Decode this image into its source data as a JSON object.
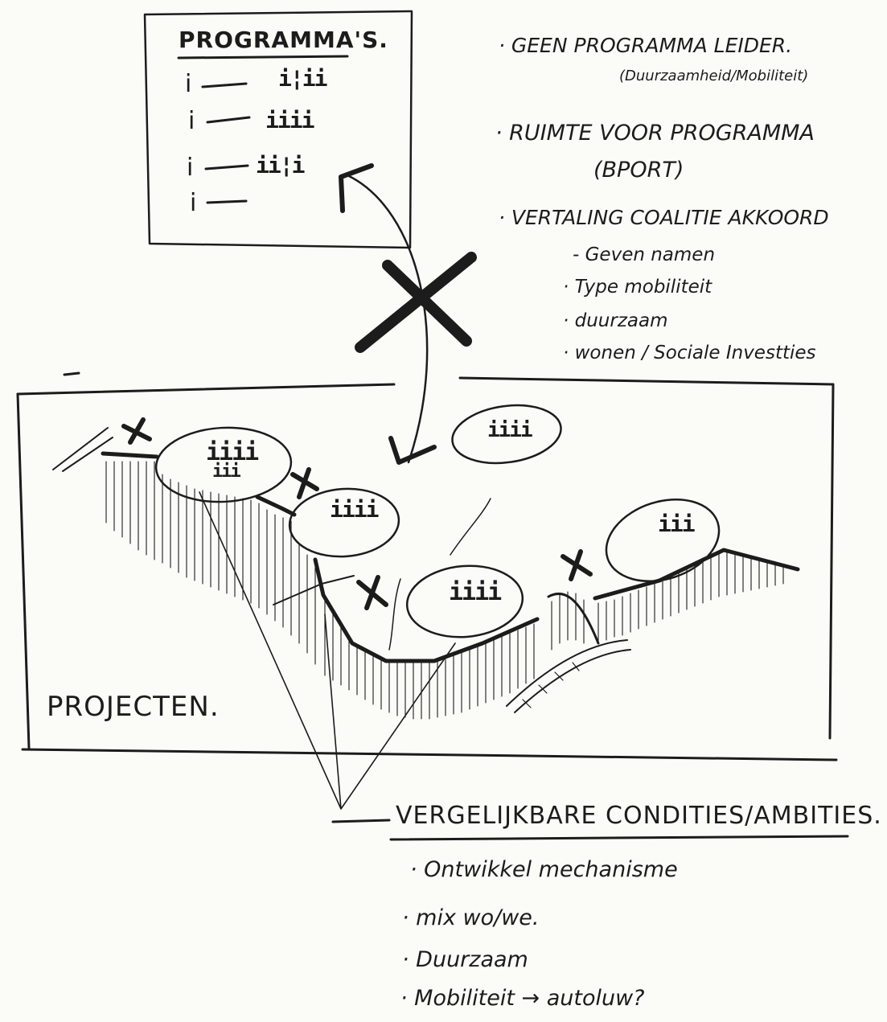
{
  "programmas_box": {
    "title": "PROGRAMMA'S.",
    "rows": [
      {
        "marker": "i",
        "people": "i¦ii"
      },
      {
        "marker": "i",
        "people": "iiii"
      },
      {
        "marker": "i",
        "people": "ii¦i"
      },
      {
        "marker": "i",
        "people": ""
      }
    ]
  },
  "notes": {
    "n1": "· GEEN PROGRAMMA LEIDER.",
    "n1_sub": "(Duurzaamheid/Mobiliteit)",
    "n2": "· RUIMTE VOOR PROGRAMMA",
    "n2_sub": "(BPORT)",
    "n3": "· VERTALING COALITIE AKKOORD",
    "n3_items": [
      "- Geven namen",
      "· Type mobiliteit",
      "· duurzaam",
      "· wonen / Sociale Investties"
    ]
  },
  "projecten_box": {
    "label": "PROJECTEN.",
    "clusters": [
      "iiii",
      "iiii",
      "iiii",
      "iii",
      "iiii",
      "iii"
    ]
  },
  "conditions": {
    "heading": "VERGELIJKBARE CONDITIES/AMBITIES.",
    "items": [
      "· Ontwikkel mechanisme",
      "· mix wo/we.",
      "· Duurzaam",
      "· Mobiliteit → autoluw?"
    ]
  },
  "colors": {
    "ink": "#1c1c1c",
    "paper": "#fbfbf8"
  }
}
